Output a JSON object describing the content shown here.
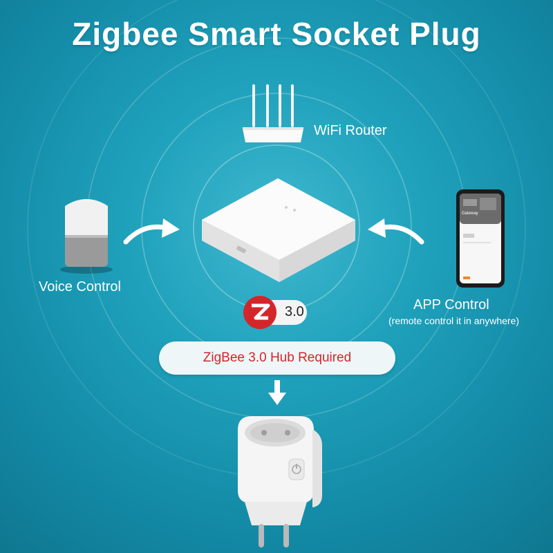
{
  "title": "Zigbee Smart Socket Plug",
  "router": {
    "label": "WiFi Router"
  },
  "voice": {
    "label": "Voice Control"
  },
  "app": {
    "label": "APP Control",
    "sublabel": "(remote control it in anywhere)",
    "phone_header": "Gateway"
  },
  "badge": {
    "version": "3.0"
  },
  "hub_notice": "ZigBee 3.0 Hub Required",
  "colors": {
    "background": "#1fa1bb",
    "notice_text": "#d3262b",
    "zigbee_red": "#d3262b"
  }
}
